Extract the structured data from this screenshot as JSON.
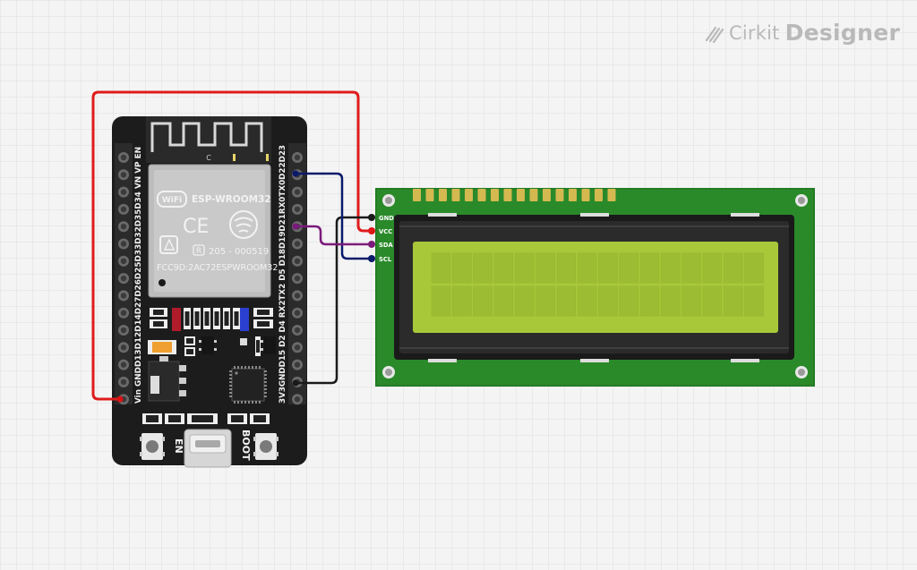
{
  "watermark": {
    "brand": "Cirkit",
    "product": "Designer"
  },
  "esp32": {
    "module_title": "ESP-WROOM32",
    "wifi_badge": "WiFi",
    "ce_mark": "CE",
    "r_mark": "R",
    "cert_number": "205 - 000519",
    "fcc_id": "FCC9D:2AC72ESPWROOM32",
    "antenna_letter": "C",
    "en_label": "EN",
    "boot_label": "BOOT",
    "left_pin_labels": "Vin GNDD13D12D14D27D26D25D33D32D35D34 VN VP EN",
    "right_pin_labels": "3V3GNDD15 D2  D4 RX2TX2 D5 D18D19D21RX0TX0D22D23"
  },
  "lcd": {
    "pins": [
      "GND",
      "VCC",
      "SDA",
      "SCL"
    ]
  },
  "colors": {
    "wire_vcc": "#e01b1b",
    "wire_gnd": "#1a1a1a",
    "wire_scl": "#0a1a6b",
    "wire_sda": "#7b1a7b",
    "pcb_green": "#2a8a2a",
    "lcd_screen": "#a8c83a"
  }
}
